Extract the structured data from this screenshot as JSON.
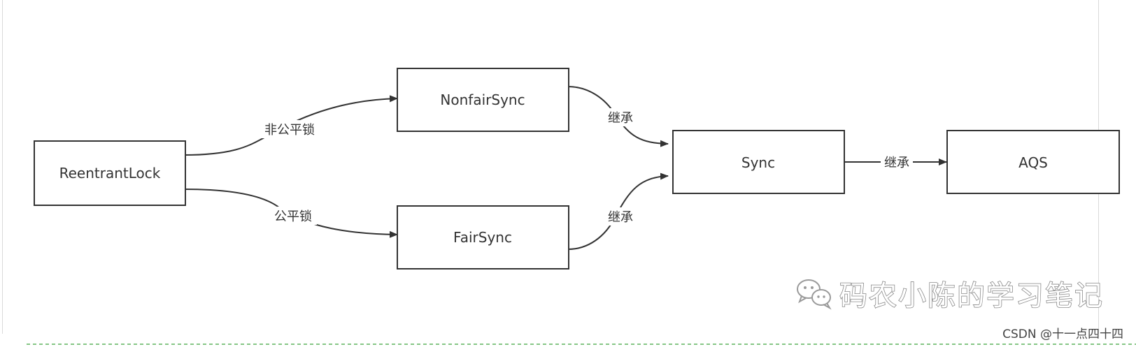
{
  "diagram": {
    "nodes": [
      {
        "id": "reentrantlock",
        "label": "ReentrantLock"
      },
      {
        "id": "nonfairsync",
        "label": "NonfairSync"
      },
      {
        "id": "fairsync",
        "label": "FairSync"
      },
      {
        "id": "sync",
        "label": "Sync"
      },
      {
        "id": "aqs",
        "label": "AQS"
      }
    ],
    "edges": [
      {
        "from": "reentrantlock",
        "to": "nonfairsync",
        "label": "非公平锁"
      },
      {
        "from": "reentrantlock",
        "to": "fairsync",
        "label": "公平锁"
      },
      {
        "from": "nonfairsync",
        "to": "sync",
        "label": "继承"
      },
      {
        "from": "fairsync",
        "to": "sync",
        "label": "继承"
      },
      {
        "from": "sync",
        "to": "aqs",
        "label": "继承"
      }
    ]
  },
  "watermark": {
    "text": "码农小陈的学习笔记",
    "icon": "wechat-icon"
  },
  "credit": {
    "text": "CSDN @十一点四十四"
  },
  "colors": {
    "stroke": "#333333",
    "dash": "#5fb35f"
  }
}
